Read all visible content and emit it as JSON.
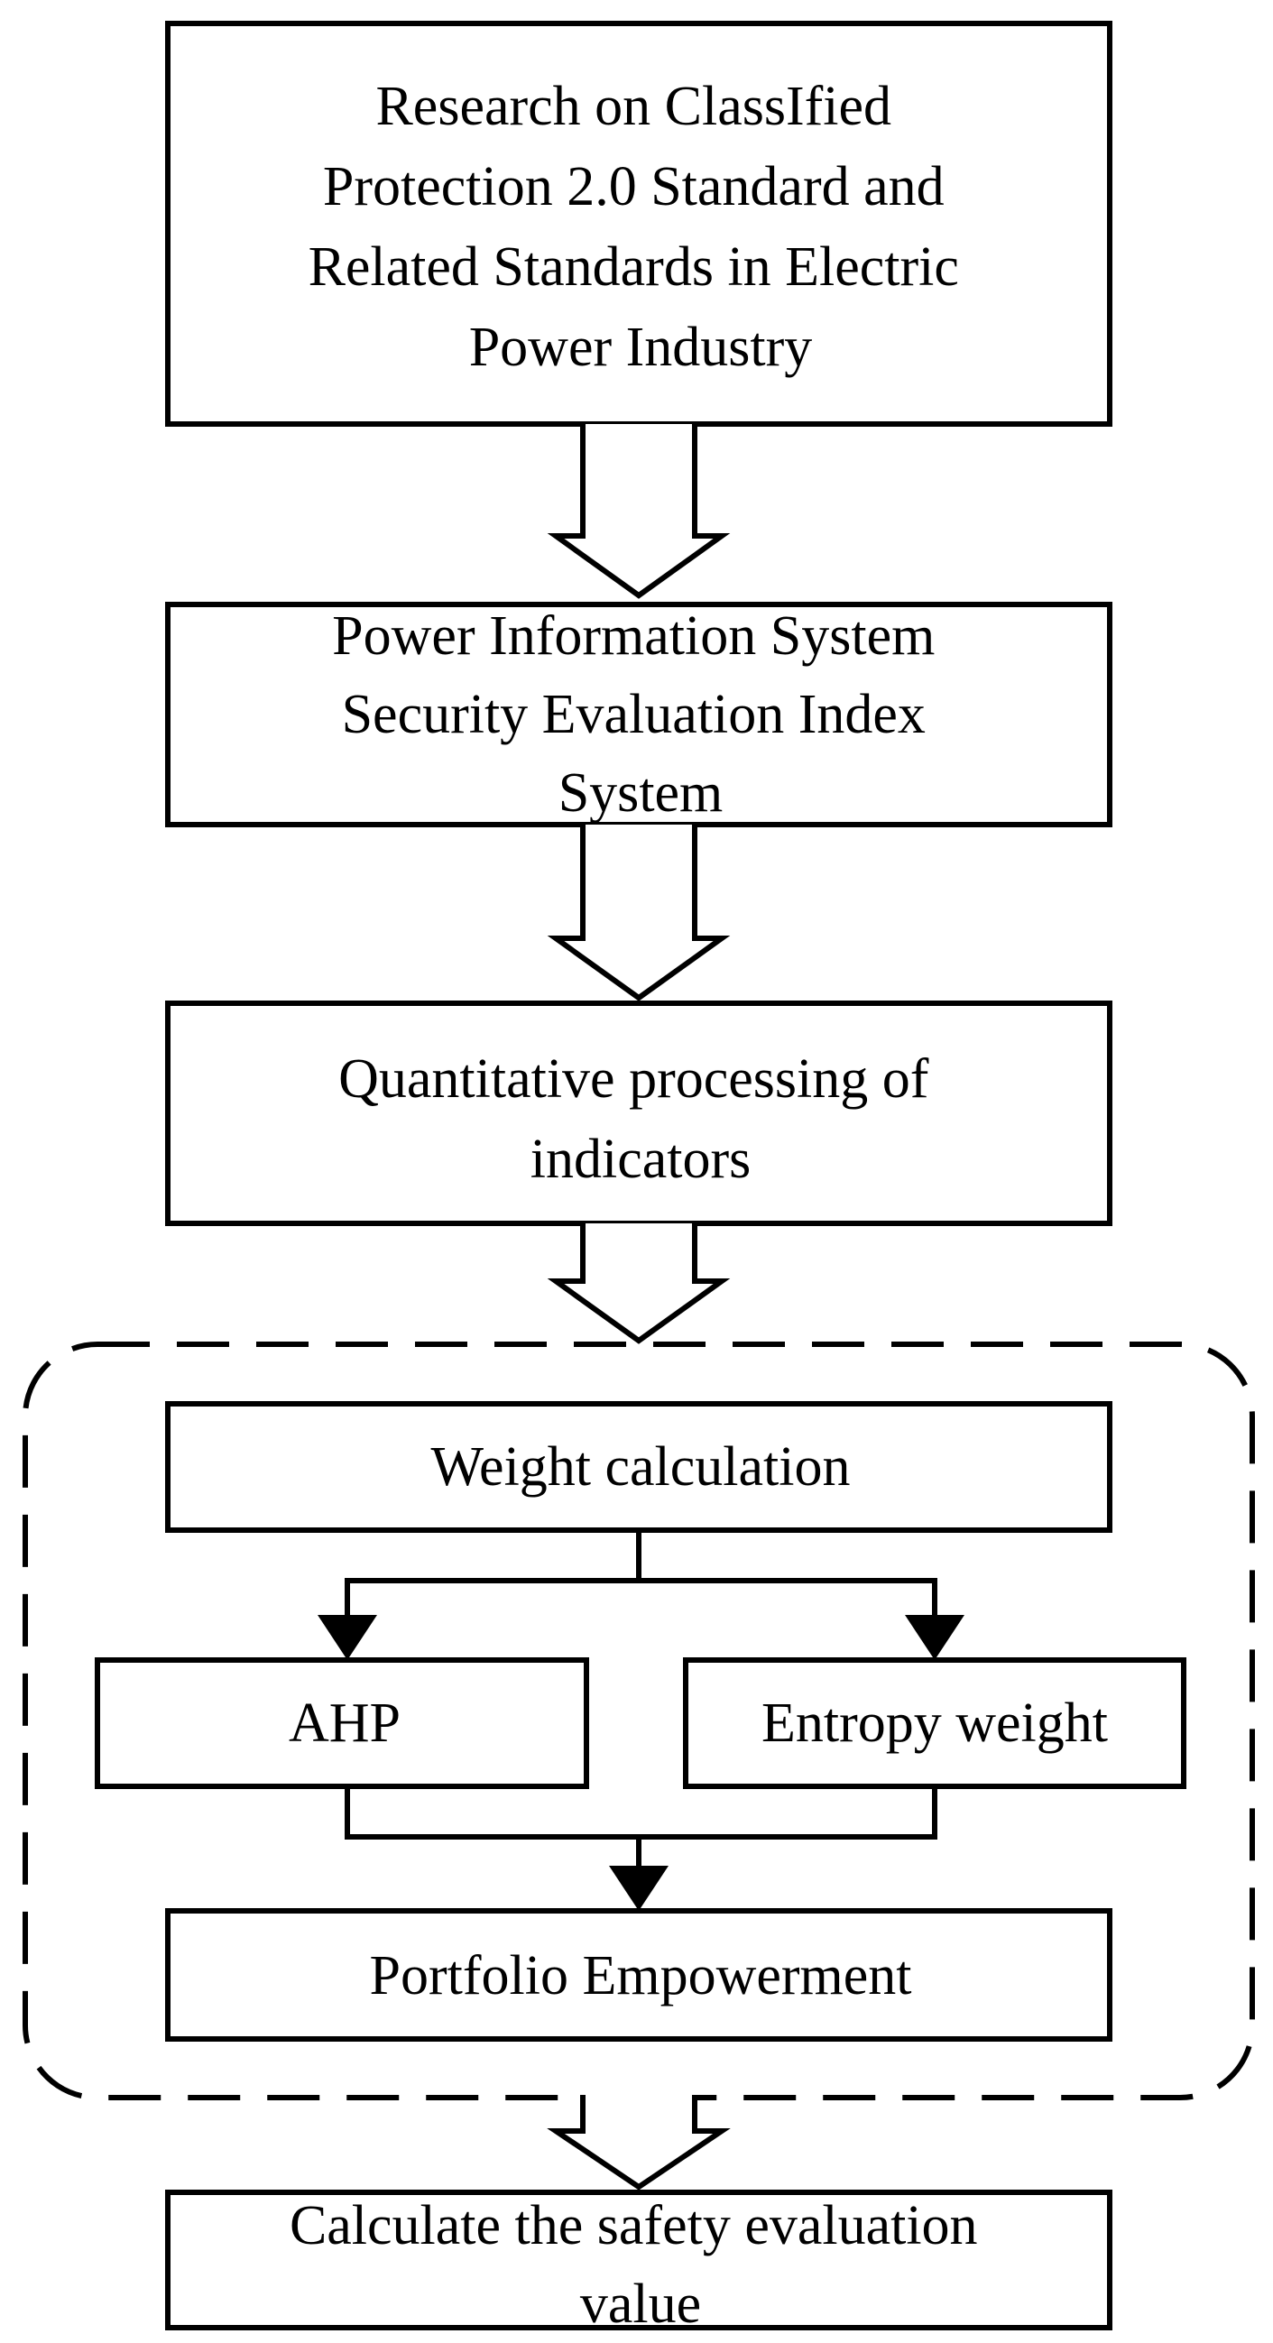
{
  "diagram": {
    "nodes": {
      "research": {
        "lines": [
          "Research on ClassIfied",
          "Protection 2.0 Standard and",
          "Related Standards in Electric",
          "Power Industry"
        ]
      },
      "index_system": {
        "lines": [
          "Power Information System",
          "Security Evaluation Index",
          "System"
        ]
      },
      "quantitative": {
        "lines": [
          "Quantitative processing of",
          "indicators"
        ]
      },
      "weight_calc": {
        "lines": [
          "Weight calculation"
        ]
      },
      "ahp": {
        "lines": [
          "AHP"
        ]
      },
      "entropy": {
        "lines": [
          "Entropy weight"
        ]
      },
      "portfolio": {
        "lines": [
          "Portfolio Empowerment"
        ]
      },
      "safety_value": {
        "lines": [
          "Calculate the safety evaluation",
          "value"
        ]
      }
    },
    "colors": {
      "stroke": "#000000",
      "fill": "#ffffff",
      "text": "#000000"
    }
  }
}
